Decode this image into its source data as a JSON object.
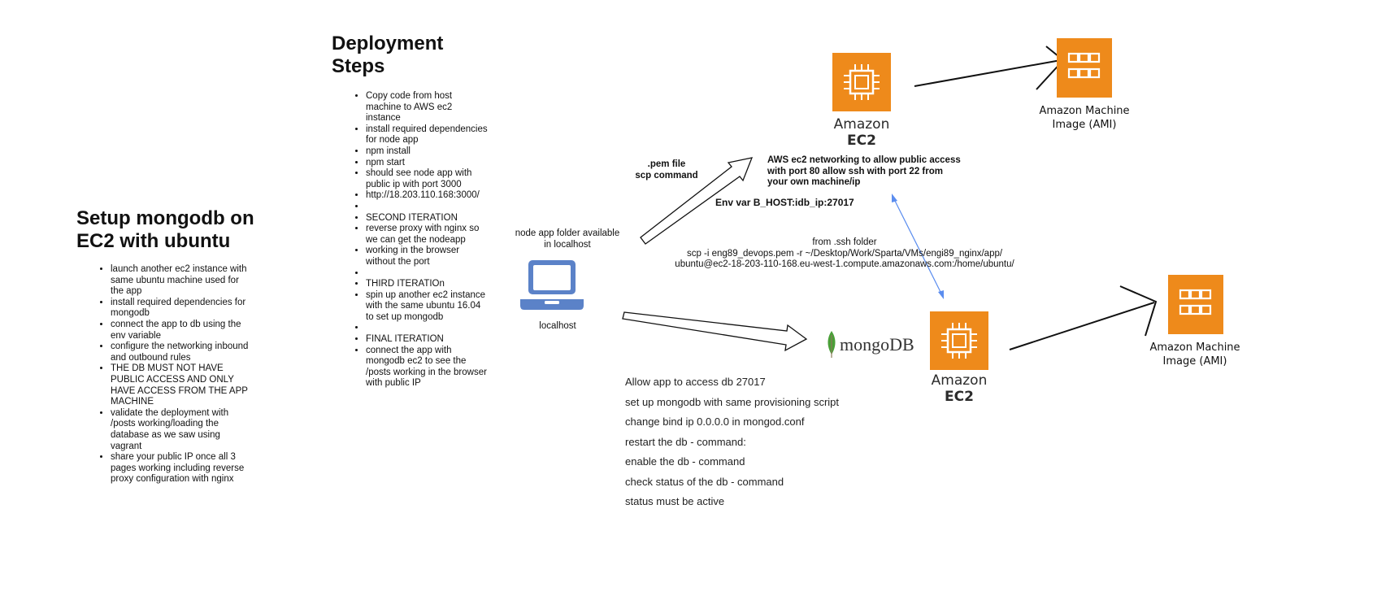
{
  "mongo_section": {
    "title_line1": "Setup mongodb on",
    "title_line2": "EC2 with ubuntu",
    "items": [
      "launch another ec2 instance with same ubuntu machine used for the app",
      "install required dependencies for mongodb",
      "connect the app to db using the env variable",
      "configure the networking inbound and outbound rules",
      "THE DB MUST NOT HAVE PUBLIC ACCESS AND ONLY HAVE ACCESS FROM THE APP MACHINE",
      "validate the deployment with /posts working/loading the database as we saw using vagrant",
      "share your public IP once all 3 pages working including reverse proxy configuration with nginx"
    ]
  },
  "deployment_section": {
    "title_line1": "Deployment",
    "title_line2": "Steps",
    "items": [
      "Copy code from host machine to AWS ec2 instance",
      "install required dependencies for node app",
      "npm install",
      "npm start",
      "should see node app with public ip with port 3000",
      "http://18.203.110.168:3000/",
      "",
      "SECOND ITERATION",
      "reverse proxy with nginx so we can get the nodeapp",
      "working in the browser without the port",
      "",
      "THIRD ITERATIOn",
      "spin up another ec2 instance with the same ubuntu 16.04 to set up mongodb",
      "",
      "FINAL ITERATION",
      "connect the app with mongodb ec2 to see the /posts working in the browser with public IP"
    ]
  },
  "localhost": {
    "folder_label_line1": "node app folder available",
    "folder_label_line2": "in localhost",
    "label": "localhost"
  },
  "pem": {
    "line1": ".pem file",
    "line2": "scp command"
  },
  "ec2_app": {
    "brand_line1": "Amazon",
    "brand_line2": "EC2",
    "networking_line1": "AWS ec2 networking to allow public access",
    "networking_line2": "with port 80 allow ssh with port 22 from",
    "networking_line3": "your own machine/ip",
    "env_var": "Env var B_HOST:idb_ip:27017"
  },
  "scp": {
    "line1": "from .ssh folder",
    "line2": "scp -i eng89_devops.pem -r ~/Desktop/Work/Sparta/VMs/engi89_nginx/app/",
    "line3": "ubuntu@ec2-18-203-110-168.eu-west-1.compute.amazonaws.com:/home/ubuntu/"
  },
  "ec2_db": {
    "brand_line1": "Amazon",
    "brand_line2": "EC2",
    "mongo_logo": "mongoDB"
  },
  "ami_top": {
    "line1": "Amazon Machine",
    "line2": "Image (AMI)"
  },
  "ami_bottom": {
    "line1": "Amazon Machine",
    "line2": "Image (AMI)"
  },
  "db_notes": [
    "Allow app to access db 27017",
    "set up mongodb with same provisioning script",
    "change bind ip 0.0.0.0 in mongod.conf",
    "restart the db - command:",
    "enable the db - command",
    "check status of the db - command",
    "status must be active"
  ],
  "colors": {
    "aws_orange": "#ee8a1b",
    "laptop_blue": "#5b82c8",
    "connector_blue": "#5b8def",
    "mongo_green": "#4a9f38"
  },
  "icons": [
    "laptop-icon",
    "ec2-chip-icon",
    "ami-icon",
    "mongodb-leaf-icon"
  ]
}
